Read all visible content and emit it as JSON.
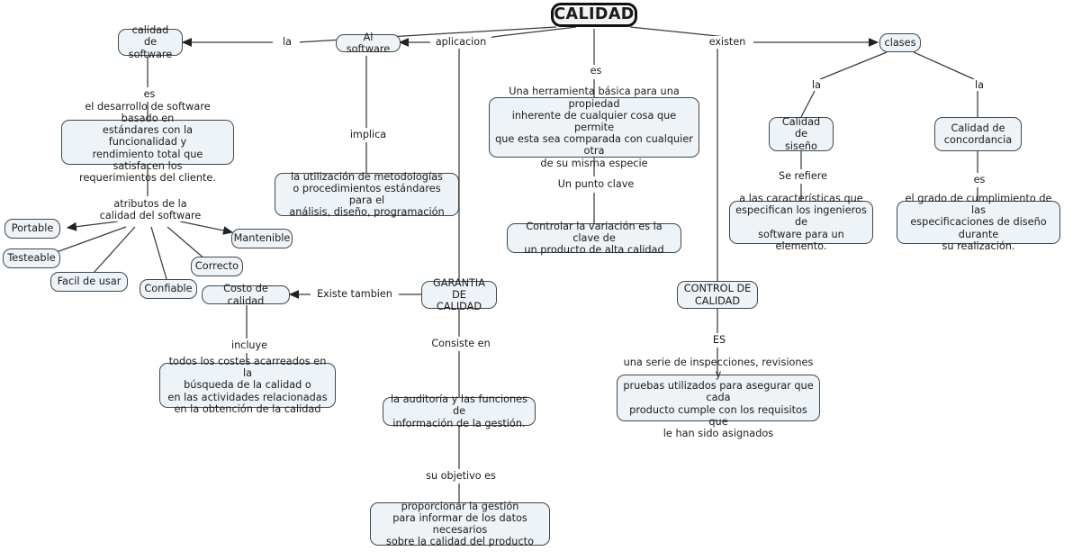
{
  "diagram": {
    "title": "CALIDAD",
    "type": "concept-map",
    "colors": {
      "node_fill": "#eef3f7",
      "node_border": "#3d4a52",
      "root_border": "#111111",
      "link": "#3a3a3a",
      "text": "#1b1b1b",
      "background": "#ffffff"
    },
    "nodes": [
      {
        "id": "root",
        "text": "CALIDAD"
      },
      {
        "id": "calidad_sw",
        "text": "calidad de\nsoftware"
      },
      {
        "id": "al_software",
        "text": "Al software"
      },
      {
        "id": "desarrollo",
        "text": "el desarrollo de software basado en\nestándares con la funcionalidad y\nrendimiento total que satisfacen los\nrequerimientos del cliente."
      },
      {
        "id": "utilizacion",
        "text": "la utilización de metodologías\no procedimientos estándares para el\nanálisis, diseño, programación"
      },
      {
        "id": "portable",
        "text": "Portable"
      },
      {
        "id": "testeable",
        "text": "Testeable"
      },
      {
        "id": "facil",
        "text": "Facil de usar"
      },
      {
        "id": "confiable",
        "text": "Confiable"
      },
      {
        "id": "correcto",
        "text": "Correcto"
      },
      {
        "id": "mantenible",
        "text": "Mantenible"
      },
      {
        "id": "costo",
        "text": "Costo de calidad"
      },
      {
        "id": "costes",
        "text": "todos los costes acarreados en la\nbúsqueda de la calidad o\nen las actividades relacionadas\nen la obtención de la calidad"
      },
      {
        "id": "herramienta",
        "text": "Una herramienta básica para una propiedad\ninherente de cualquier cosa que permite\nque esta sea comparada con cualquier otra\nde su misma especie"
      },
      {
        "id": "controlar",
        "text": "Controlar la variación es  la clave de\nun producto de alta calidad"
      },
      {
        "id": "garantia",
        "text": "GARANTIA DE\nCALIDAD"
      },
      {
        "id": "auditoria",
        "text": "la auditoría y  las funciones de\ninformación de la gestión."
      },
      {
        "id": "proporcionar",
        "text": "proporcionar  la gestión\npara informar de los datos necesarios\nsobre la calidad del producto"
      },
      {
        "id": "clases",
        "text": "clases"
      },
      {
        "id": "cal_diseno",
        "text": "Calidad de\nsiseño"
      },
      {
        "id": "cal_concord",
        "text": "Calidad de\nconcordancia"
      },
      {
        "id": "caracteristicas",
        "text": "a las características que\nespecifican los ingenieros de\nsoftware para un elemento."
      },
      {
        "id": "grado",
        "text": "el grado de cumplimiento de las\nespecificaciones de diseño durante\nsu realización."
      },
      {
        "id": "control",
        "text": "CONTROL DE\nCALIDAD"
      },
      {
        "id": "inspecciones",
        "text": "una serie de inspecciones, revisiones y\npruebas utilizados para asegurar que cada\nproducto cumple con los requisitos que\nle han sido asignados"
      }
    ],
    "link_labels": [
      {
        "id": "la1",
        "text": "la"
      },
      {
        "id": "aplicacion",
        "text": "aplicacion"
      },
      {
        "id": "es1",
        "text": "es"
      },
      {
        "id": "existen",
        "text": "existen"
      },
      {
        "id": "es2",
        "text": "es"
      },
      {
        "id": "implica",
        "text": "implica"
      },
      {
        "id": "la2",
        "text": "la"
      },
      {
        "id": "la3",
        "text": "la"
      },
      {
        "id": "punto",
        "text": "Un punto clave"
      },
      {
        "id": "serefiere",
        "text": "Se refiere"
      },
      {
        "id": "es3",
        "text": "es"
      },
      {
        "id": "atributos",
        "text": "atributos de la\ncalidad del software"
      },
      {
        "id": "existetmb",
        "text": "Existe tambien"
      },
      {
        "id": "incluye",
        "text": "incluye"
      },
      {
        "id": "consiste",
        "text": "Consiste en"
      },
      {
        "id": "es4",
        "text": "ES"
      },
      {
        "id": "objetivo",
        "text": "su objetivo es"
      }
    ]
  }
}
